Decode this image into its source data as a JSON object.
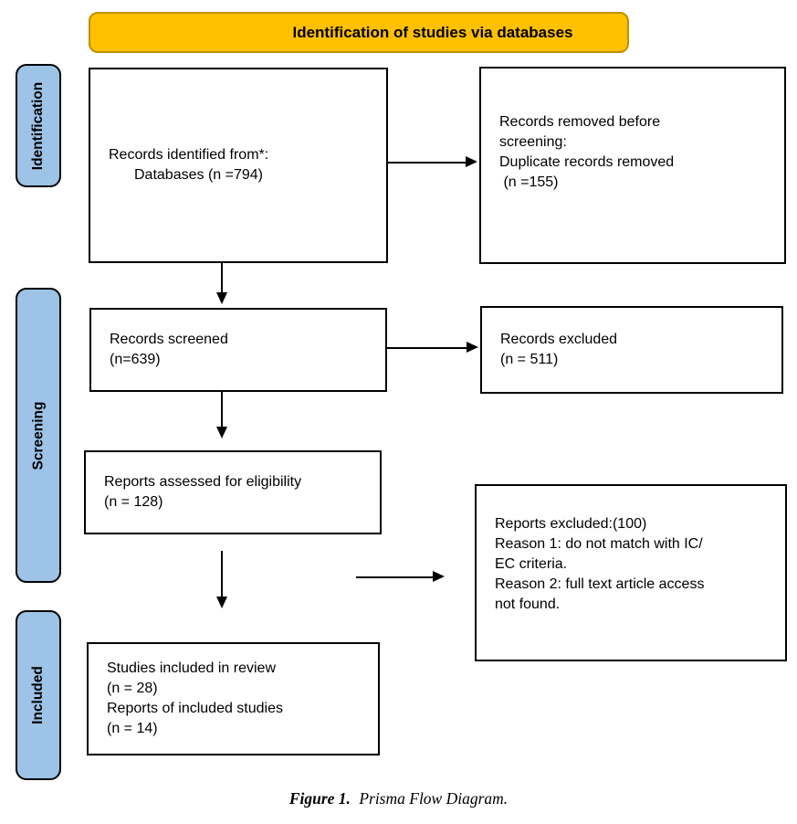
{
  "banner": {
    "title": "Identification of studies via databases"
  },
  "sidebar": {
    "labels": [
      {
        "id": "identification",
        "label": "Identification"
      },
      {
        "id": "screening",
        "label": "Screening"
      },
      {
        "id": "included",
        "label": "Included"
      }
    ]
  },
  "boxes": {
    "records_identified": {
      "lines": [
        "Records identified from*:",
        "Databases (n =794)"
      ]
    },
    "records_removed": {
      "lines": [
        "Records removed before",
        "screening:",
        "Duplicate records removed",
        " (n =155)"
      ]
    },
    "records_screened": {
      "lines": [
        "Records screened",
        "(n=639)"
      ]
    },
    "records_excluded": {
      "lines": [
        "Records excluded",
        "(n = 511)"
      ]
    },
    "reports_assessed": {
      "lines": [
        "Reports assessed for eligibility",
        "(n = 128)"
      ]
    },
    "reports_excluded": {
      "lines": [
        "Reports excluded:(100)",
        "Reason 1: do not match with IC/",
        "EC criteria.",
        "Reason 2: full text article access",
        "not found."
      ]
    },
    "studies_included": {
      "lines": [
        "Studies included in review",
        "(n = 28)",
        "Reports of included studies",
        "(n = 14)"
      ]
    }
  },
  "caption": {
    "prefix": "Figure 1.",
    "text": "Prisma Flow Diagram."
  },
  "colors": {
    "banner_fill": "#FFC000",
    "banner_border": "#BF9000",
    "sidebar_fill": "#9DC3E6",
    "box_border": "#000000",
    "arrow": "#000000"
  }
}
